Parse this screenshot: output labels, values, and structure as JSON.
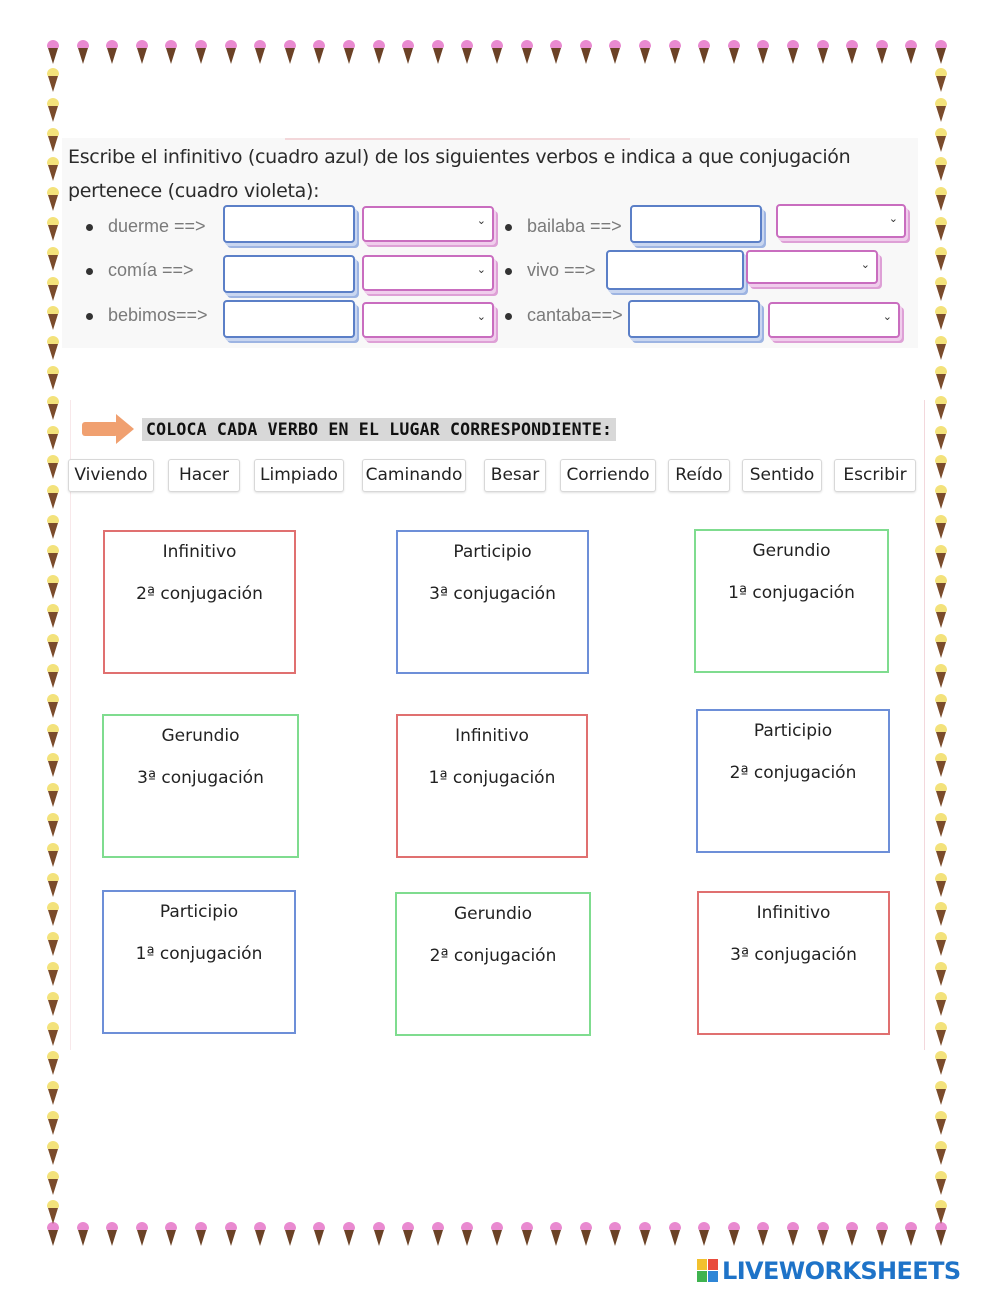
{
  "instruction": {
    "line1": "Escribe el infinitivo (cuadro azul) de los siguientes verbos e indica a que conjugación",
    "line2": "pertenece (cuadro violeta):"
  },
  "verbs": [
    {
      "label": "duerme ==>"
    },
    {
      "label": "bailaba ==>"
    },
    {
      "label": "comía ==>"
    },
    {
      "label": "vivo ==>"
    },
    {
      "label": "bebimos==>"
    },
    {
      "label": "cantaba==>"
    }
  ],
  "section2": {
    "heading": "COLOCA CADA VERBO EN EL LUGAR CORRESPONDIENTE:"
  },
  "chips": [
    "Viviendo",
    "Hacer",
    "Limpiado",
    "Caminando",
    "Besar",
    "Corriendo",
    "Reído",
    "Sentido",
    "Escribir"
  ],
  "cells": [
    {
      "title": "Infinitivo",
      "conj": "2ª conjugación"
    },
    {
      "title": "Participio",
      "conj": "3ª conjugación"
    },
    {
      "title": "Gerundio",
      "conj": "1ª conjugación"
    },
    {
      "title": "Gerundio",
      "conj": "3ª conjugación"
    },
    {
      "title": "Infinitivo",
      "conj": "1ª conjugación"
    },
    {
      "title": "Participio",
      "conj": "2ª conjugación"
    },
    {
      "title": "Participio",
      "conj": "1ª conjugación"
    },
    {
      "title": "Gerundio",
      "conj": "2ª conjugación"
    },
    {
      "title": "Infinitivo",
      "conj": "3ª conjugación"
    }
  ],
  "cell_colors": {
    "red": "#e07070",
    "blue": "#6d8fd8",
    "green": "#7fdc8f"
  },
  "border_icon": "ice-cream-cone-icon",
  "logo": {
    "text": "LIVEWORKSHEETS",
    "color": "#1e73c8"
  }
}
